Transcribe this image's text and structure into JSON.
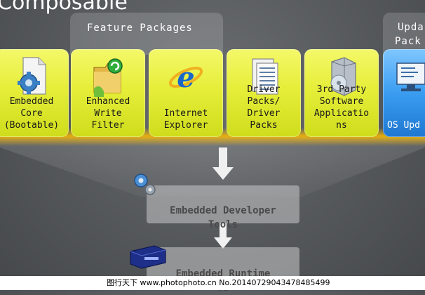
{
  "title": "Composable",
  "groups": {
    "feature": {
      "label": "Feature Packages"
    },
    "update": {
      "label_line1": "Upda",
      "label_line2": "Pack"
    }
  },
  "cards": [
    {
      "label": "Embedded\nCore\n(Bootable)",
      "icon": "gear-document-icon"
    },
    {
      "label": "Enhanced\nWrite\nFilter",
      "icon": "folder-refresh-icon"
    },
    {
      "label": "Internet\nExplorer",
      "icon": "internet-explorer-icon"
    },
    {
      "label": "Driver\nPacks/\nDriver\nPacks",
      "icon": "binary-document-icon"
    },
    {
      "label": "3rd Party\nSoftware\nApplicatio\nns",
      "icon": "software-box-icon"
    },
    {
      "label": "OS Upd",
      "icon": "monitor-update-icon"
    }
  ],
  "stages": {
    "developer_tools": {
      "label": "Embedded Developer\nTools"
    },
    "runtime": {
      "label": "Embedded Runtime\nOS"
    }
  },
  "watermark": {
    "text": "图行天下 www.photophoto.cn No.20140729043478485499"
  }
}
